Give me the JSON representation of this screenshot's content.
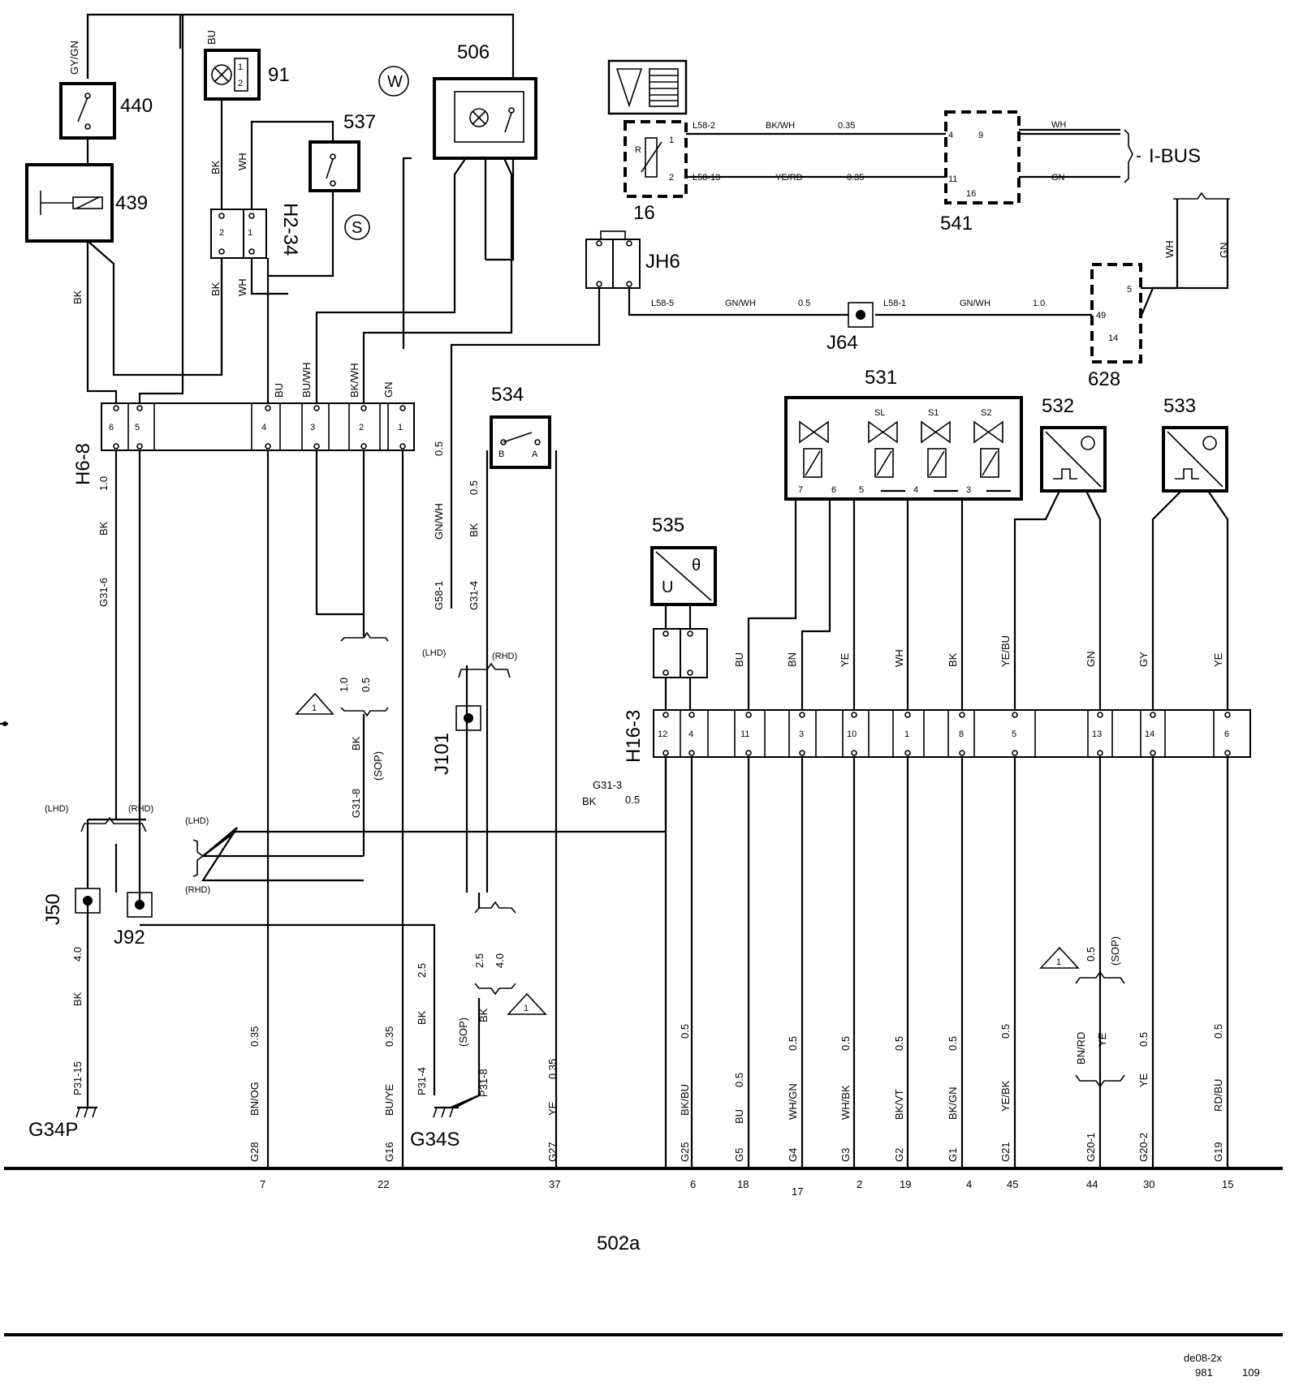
{
  "components": {
    "c440": "440",
    "c439": "439",
    "c91": "91",
    "c506": "506",
    "c537": "537",
    "c534": "534",
    "c535": "535",
    "c531": "531",
    "c532": "532",
    "c533": "533",
    "c16": "16",
    "c541": "541",
    "c628": "628"
  },
  "connectors": {
    "h6_8": "H6-8",
    "h2_34": "H2-34",
    "h16_3": "H16-3",
    "jh6": "JH6",
    "j64": "J64",
    "j101": "J101",
    "j50": "J50",
    "j92": "J92"
  },
  "grounds": {
    "g34p": "G34P",
    "g34s": "G34S"
  },
  "bus_label": "I-BUS",
  "symbols": {
    "w": "W",
    "s": "S",
    "warn": "1",
    "u": "U",
    "theta": "θ"
  },
  "valve_labels": {
    "sl": "SL",
    "s1": "S1",
    "s2": "S2"
  },
  "pin_numbers": {
    "h6_8": [
      "6",
      "5",
      "4",
      "3",
      "2",
      "1"
    ],
    "h2_34": [
      "2",
      "1"
    ],
    "h16_3": [
      "12",
      "4",
      "11",
      "3",
      "10",
      "1",
      "8",
      "5",
      "13",
      "14",
      "6"
    ],
    "c91": [
      "1",
      "2"
    ],
    "c16": [
      "1",
      "2"
    ],
    "c541": [
      "4",
      "9",
      "11",
      "16"
    ],
    "c628": [
      "5",
      "49",
      "14"
    ],
    "c531": [
      "7",
      "6",
      "5",
      "4",
      "3"
    ],
    "c534": [
      "B",
      "A"
    ],
    "c16_r": "R"
  },
  "wire_labels": {
    "gygn": "GY/GN",
    "bu_91": "BU",
    "bk_h2_top": "BK",
    "wh_h2_top": "WH",
    "bk_h2_bot": "BK",
    "wh_h2_bot": "WH",
    "bk_left": "BK",
    "h68_bu": "BU",
    "h68_buwh": "BU/WH",
    "h68_bkwh": "BK/WH",
    "h68_gn": "GN",
    "h68_10": "1.0",
    "h68_bk": "BK",
    "g31_6": "G31-6",
    "gnwh_05": "0.5",
    "gnwh": "GN/WH",
    "g58_1": "G58-1",
    "bk_534_05": "0.5",
    "bk_534": "BK",
    "g31_4": "G31-4",
    "lhd1": "(LHD)",
    "rhd1": "(RHD)",
    "w10": "1.0",
    "w05a": "0.5",
    "bk_sop": "BK",
    "sop1": "(SOP)",
    "g31_8": "G31-8",
    "lhd_j50": "(LHD)",
    "rhd_j50": "(RHD)",
    "lhd_r": "(LHD)",
    "rhd_r": "(RHD)",
    "g31_3": "G31-3",
    "bk_g313": "BK",
    "g313_05": "0.5",
    "j50_40": "4.0",
    "j50_bk": "BK",
    "p31_15": "P31-15",
    "w035_7": "0.35",
    "bnog": "BN/OG",
    "g28": "G28",
    "w035_22": "0.35",
    "buye": "BU/YE",
    "g16": "G16",
    "bk_25": "BK",
    "w25": "2.5",
    "p31_4": "P31-4",
    "sop2": "(SOP)",
    "bk_p318": "BK",
    "p31_8": "P31-8",
    "w25b": "2.5",
    "w40b": "4.0",
    "w035_37": "0.35",
    "ye_37": "YE",
    "g27": "G27",
    "l58_2": "L58-2",
    "bkwh_top": "BK/WH",
    "w035_top": "0.35",
    "l58_13": "L58-13",
    "yerd": "YE/RD",
    "w035_top2": "0.35",
    "wh_ibus": "WH",
    "gn_ibus": "GN",
    "l58_5": "L58-5",
    "gnwh_mid": "GN/WH",
    "w05_mid": "0.5",
    "l58_1": "L58-1",
    "gnwh_mid2": "GN/WH",
    "w10_mid": "1.0",
    "wh_628": "WH",
    "gn_628": "GN",
    "bu_h16": "BU",
    "bn_h16": "BN",
    "ye_h16": "YE",
    "wh_h16": "WH",
    "bk_h16": "BK",
    "yebu_h16": "YE/BU",
    "gn_h16": "GN",
    "gy_h16": "GY",
    "ye2_h16": "YE",
    "g25_05": "0.5",
    "bkbu": "BK/BU",
    "g25": "G25",
    "g5_05": "0.5",
    "bu_g5": "BU",
    "g5": "G5",
    "g4_05": "0.5",
    "whgn": "WH/GN",
    "g4": "G4",
    "g3_05": "0.5",
    "whbk": "WH/BK",
    "g3": "G3",
    "g2_05": "0.5",
    "bkvt": "BK/VT",
    "g2": "G2",
    "g1_05": "0.5",
    "bkgn": "BK/GN",
    "g1": "G1",
    "g21_05": "0.5",
    "yebk": "YE/BK",
    "g21": "G21",
    "g20_05": "0.5",
    "sop3": "(SOP)",
    "bnrd": "BN/RD",
    "ye_g20": "YE",
    "g20_1": "G20-1",
    "g202_05": "0.5",
    "ye_g202": "YE",
    "g20_2": "G20-2",
    "g19_05": "0.5",
    "rdbu": "RD/BU",
    "g19": "G19"
  },
  "bottom_numbers": [
    "7",
    "22",
    "37",
    "6",
    "18",
    "17",
    "2",
    "19",
    "4",
    "45",
    "44",
    "30",
    "15"
  ],
  "page_label": "502a",
  "doc_code": "de08-2x",
  "doc_num1": "981",
  "doc_num2": "109"
}
